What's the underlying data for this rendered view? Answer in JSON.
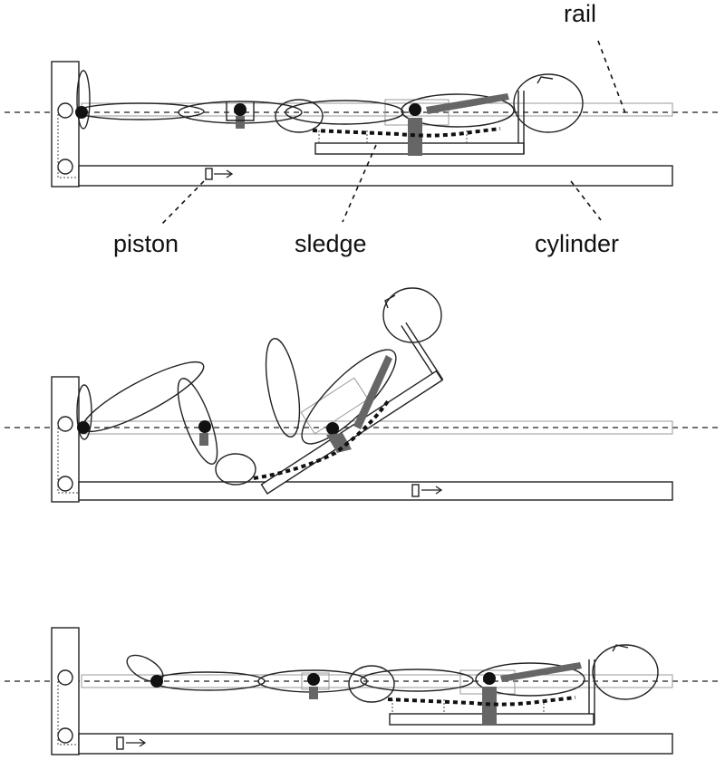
{
  "labels": {
    "rail": "rail",
    "piston": "piston",
    "sledge": "sledge",
    "cylinder": "cylinder"
  },
  "panels": [
    {
      "name": "panel-supine-start",
      "posture": "lying flat, sledge at head end, piston retracted"
    },
    {
      "name": "panel-sitting-up",
      "posture": "trunk raised on tilted sledge, knees flexed, piston extended"
    },
    {
      "name": "panel-supine-end",
      "posture": "lying flat, piston retracted"
    }
  ],
  "colors": {
    "line": "#222222",
    "fill_dark": "#666666",
    "joint": "#111111"
  }
}
